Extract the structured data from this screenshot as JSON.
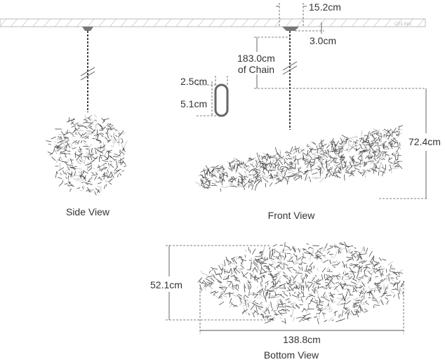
{
  "ceiling": {
    "label": "CEILING"
  },
  "views": {
    "side": {
      "label": "Side View"
    },
    "front": {
      "label": "Front View"
    },
    "bottom": {
      "label": "Bottom View"
    }
  },
  "dimensions": {
    "canopy_width": "15.2cm",
    "canopy_height": "3.0cm",
    "chain_length_line1": "183.0cm",
    "chain_length_line2": "of Chain",
    "link_width": "2.5cm",
    "link_height": "5.1cm",
    "height": "72.4cm",
    "depth": "52.1cm",
    "length": "138.8cm"
  },
  "colors": {
    "line": "#555555",
    "text": "#333333",
    "fixture": "#4a4a4a"
  }
}
